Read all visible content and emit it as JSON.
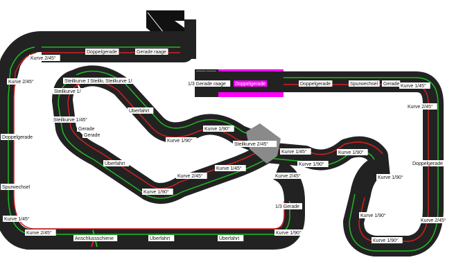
{
  "colors": {
    "track": "#222222",
    "outer_lane": "#22b822",
    "inner_lane": "#d42020",
    "edge": "#ffffff",
    "highlight": "#ff00ff",
    "bridge": "#8a8a8a",
    "label_box": "#ffffff"
  },
  "labels": {
    "doppelgerade_top": "Doppelgerade",
    "gerade_top": "Gerade",
    "raage_top": "raage",
    "kurve_top_left": "Kurve 2/45°",
    "kurve_left_upper": "Kurve 2/45°",
    "doppelgerade_left": "Doppelgerade",
    "spurwechsel_left": "Spurwechsel",
    "kurve_left_lower": "Kurve 1/45°",
    "kurve_bottom_left": "Kurve 2/45°",
    "anschlussschiene": "Anschlussschiene",
    "ueberfahrt_bottom_1": "Überfahrt",
    "ueberfahrt_bottom_2": "Überfahrt",
    "kurve_bottom_right": "Kurve 1/90°",
    "gerade_1_3_right": "1/3 Gerade",
    "steilkurve_1": "Steilkurve 1/",
    "steilkurve_1_2": "Steilkurve 1/",
    "steilkurve_1_3": "Steilkurve 1/",
    "steilkurve_1_4": "Steilkurve 1/",
    "steilkurve_145": "Steilkurve 1/45°",
    "gerade_inner": "Gerade",
    "gerade_inner_2": "Gerade",
    "ueberfahrt_inner_1": "Überfahrt",
    "ueberfahrt_inner_2": "Überfahrt",
    "kurve_190_a": "Kurve 1/90°",
    "kurve_190_b": "Kurve 1/90°",
    "kurve_190_c": "Kurve 1/90°",
    "kurve_245_inner": "Kurve 2/45°",
    "kurve_145_inner": "Kurve 1/45°",
    "steilkurve_245": "Steilkurve 2/45°",
    "gerade_1_3_raage": "1/3 Gerade raage",
    "doppelgerade_magenta": "Doppelgerade",
    "doppelgerade_right_top": "Doppelgerade",
    "spurwechsel_right": "Spurwechsel",
    "gerade_right": "Gerade",
    "kurve_right_top": "Kurve 1/45°",
    "kurve_right_2": "Kurve 2/45°",
    "doppelgerade_right": "Doppelgerade",
    "kurve_right_low": "Kurve 2/45°",
    "kurve_190_r1": "Kurve 1/90°",
    "kurve_190_r2": "Kurve 1/90°",
    "kurve_190_r3": "Kurve 1/90°",
    "kurve_190_r4": "Kurve 1/90°",
    "kurve_145_r": "Kurve 1/45°",
    "kurve_245_r2": "Kurve 2/45°",
    "kurve_190_mid": "Kurve 1/90°"
  }
}
